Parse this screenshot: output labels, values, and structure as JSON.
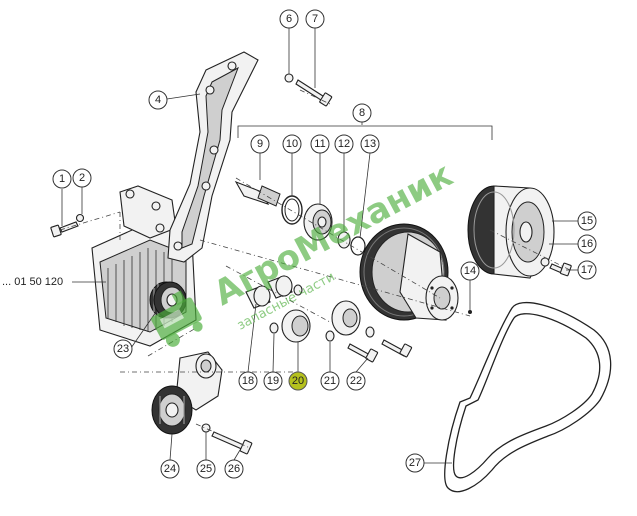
{
  "parts": [
    {
      "num": "1"
    },
    {
      "num": "2"
    },
    {
      "num": "4"
    },
    {
      "num": "6"
    },
    {
      "num": "7"
    },
    {
      "num": "8"
    },
    {
      "num": "9"
    },
    {
      "num": "10"
    },
    {
      "num": "11"
    },
    {
      "num": "12"
    },
    {
      "num": "13"
    },
    {
      "num": "14"
    },
    {
      "num": "15"
    },
    {
      "num": "16"
    },
    {
      "num": "17"
    },
    {
      "num": "18"
    },
    {
      "num": "19"
    },
    {
      "num": "20"
    },
    {
      "num": "21"
    },
    {
      "num": "22"
    },
    {
      "num": "23"
    },
    {
      "num": "24"
    },
    {
      "num": "25"
    },
    {
      "num": "26"
    },
    {
      "num": "27"
    }
  ],
  "highlighted_part": "20",
  "reference_label": "... 01 50 120",
  "watermark": {
    "brand": "АгроМеханик",
    "tagline": "запасные части",
    "color": "#4cae3c"
  },
  "highlight_color": "#b5c11d"
}
